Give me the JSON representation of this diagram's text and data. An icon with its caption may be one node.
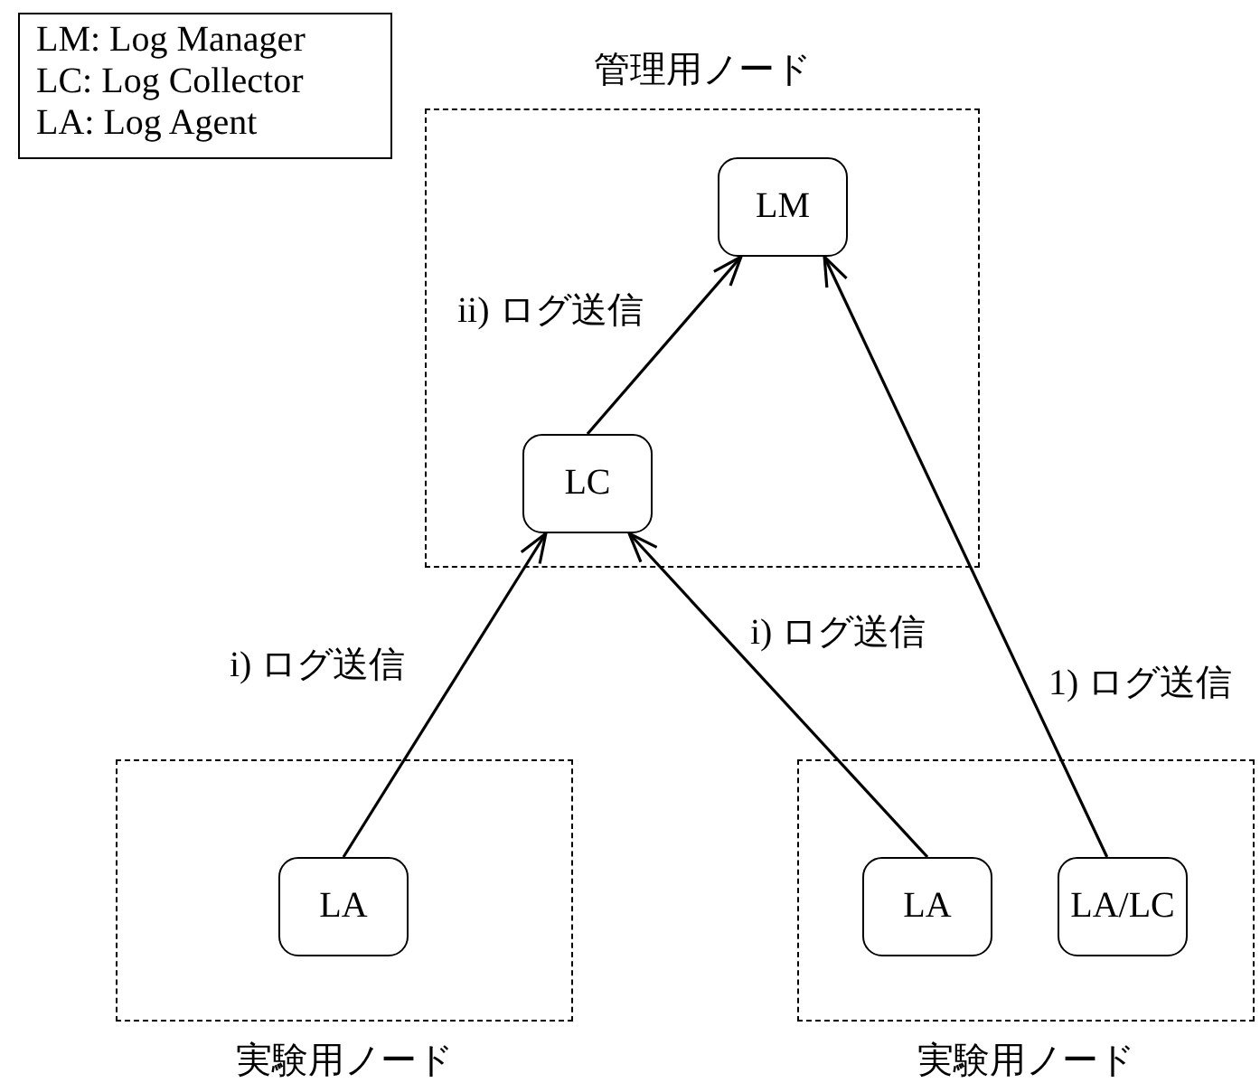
{
  "diagram": {
    "nodes": [
      {
        "text": [
          "LM: Log Manager",
          "LC: Log Collector",
          "LA: Log Agent"
        ]
      },
      {
        "text": [
          "管理用ノード"
        ]
      },
      {
        "text": [
          "LM"
        ],
        "in": 1
      },
      {
        "text": [
          "LC"
        ],
        "in": 1
      },
      {
        "text": [
          "実験用ノード"
        ]
      },
      {
        "text": [
          "LA"
        ],
        "in": 4
      },
      {
        "text": [
          "実験用ノード"
        ]
      },
      {
        "text": [
          "LA"
        ],
        "in": 6
      },
      {
        "text": [
          "LA/LC"
        ],
        "in": 6
      }
    ],
    "edges": [
      {
        "from": 3,
        "to": 2,
        "arrow": "to",
        "label": "ii) ログ送信"
      },
      {
        "from": 5,
        "to": 3,
        "arrow": "to",
        "label": "i) ログ送信"
      },
      {
        "from": 7,
        "to": 3,
        "arrow": "to",
        "label": "i) ログ送信"
      },
      {
        "from": 8,
        "to": 2,
        "arrow": "to",
        "label": "1) ログ送信"
      }
    ]
  }
}
